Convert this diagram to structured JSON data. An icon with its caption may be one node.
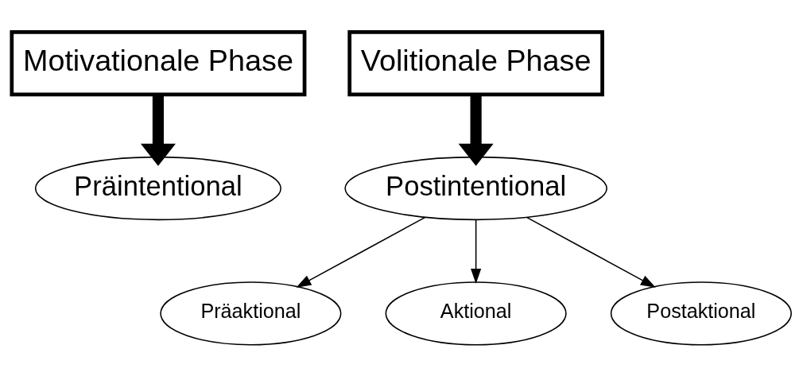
{
  "diagram": {
    "nodes": [
      {
        "text": [
          "Motivationale Phase"
        ]
      },
      {
        "text": [
          "Volitionale Phase"
        ]
      },
      {
        "text": [
          "Präintentional"
        ]
      },
      {
        "text": [
          "Postintentional"
        ]
      },
      {
        "text": [
          "Präaktional"
        ]
      },
      {
        "text": [
          "Aktional"
        ]
      },
      {
        "text": [
          "Postaktional"
        ]
      }
    ],
    "edges": [
      {
        "from": 0,
        "to": 2,
        "arrow": "to",
        "style": "thick"
      },
      {
        "from": 1,
        "to": 3,
        "arrow": "to",
        "style": "thick"
      },
      {
        "from": 3,
        "to": 4,
        "arrow": "to"
      },
      {
        "from": 3,
        "to": 5,
        "arrow": "to"
      },
      {
        "from": 3,
        "to": 6,
        "arrow": "to"
      }
    ]
  }
}
